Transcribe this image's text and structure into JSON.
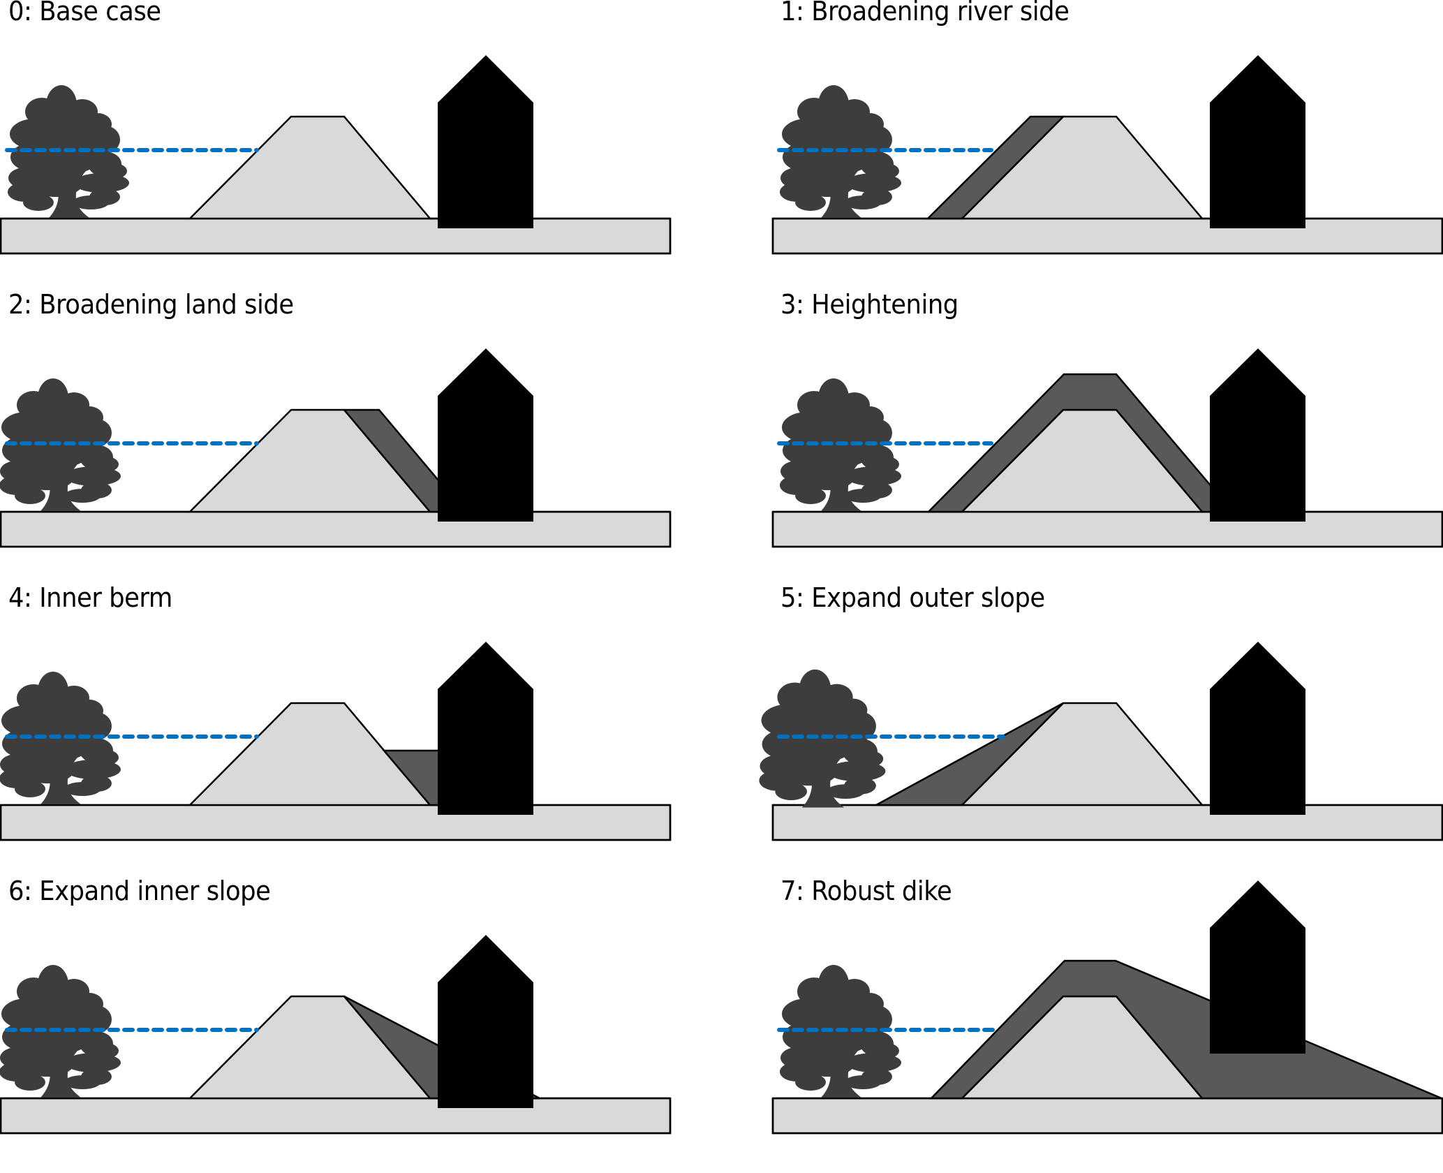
{
  "figure": {
    "description": "Dike reinforcement alternatives",
    "colors": {
      "ground": "#d9d9d9",
      "existing_dike": "#d9d9d9",
      "reinforcement": "#595959",
      "house": "#000000",
      "tree": "#3d3d3d",
      "water_level": "#0070c0"
    },
    "panels": [
      {
        "id": 0,
        "title": "0: Base case",
        "measure": "none"
      },
      {
        "id": 1,
        "title": "1: Broadening river side",
        "measure": "river-side"
      },
      {
        "id": 2,
        "title": "2: Broadening land side",
        "measure": "land-side"
      },
      {
        "id": 3,
        "title": "3: Heightening",
        "measure": "heightening"
      },
      {
        "id": 4,
        "title": "4: Inner berm",
        "measure": "inner-berm"
      },
      {
        "id": 5,
        "title": "5: Expand outer slope",
        "measure": "outer-slope"
      },
      {
        "id": 6,
        "title": "6: Expand inner slope",
        "measure": "inner-slope"
      },
      {
        "id": 7,
        "title": "7: Robust dike",
        "measure": "robust"
      }
    ]
  }
}
